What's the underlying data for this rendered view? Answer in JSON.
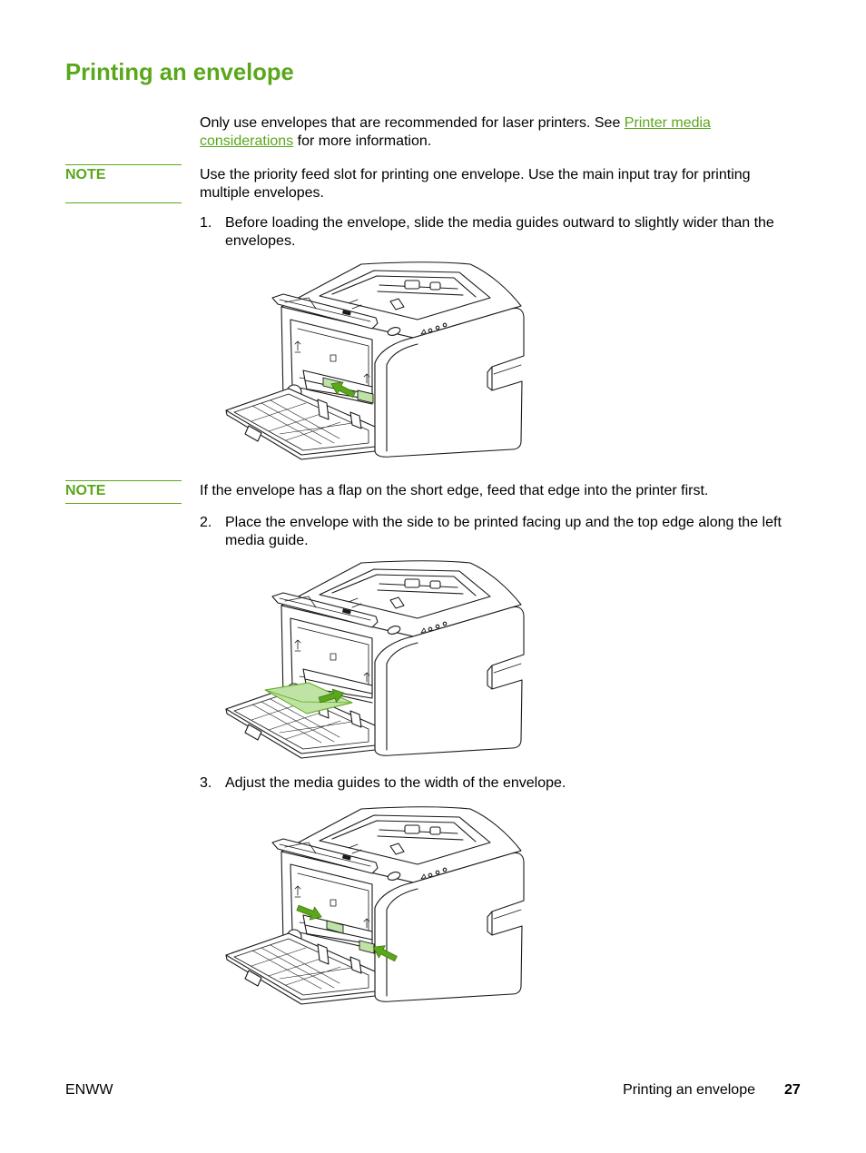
{
  "colors": {
    "accent": "#5ba71b",
    "text": "#000000",
    "highlight_fill": "#bfe3a4"
  },
  "page": {
    "title": "Printing an envelope"
  },
  "intro": {
    "text_before_link": "Only use envelopes that are recommended for laser printers. See ",
    "link_text": "Printer media considerations",
    "text_after_link": " for more information."
  },
  "notes": [
    {
      "label": "NOTE",
      "text": "Use the priority feed slot for printing one envelope. Use the main input tray for printing multiple envelopes."
    },
    {
      "label": "NOTE",
      "text": "If the envelope has a flap on the short edge, feed that edge into the printer first."
    }
  ],
  "steps": [
    {
      "number": "1.",
      "text": "Before loading the envelope, slide the media guides outward to slightly wider than the envelopes."
    },
    {
      "number": "2.",
      "text": "Place the envelope with the side to be printed facing up and the top edge along the left media guide."
    },
    {
      "number": "3.",
      "text": "Adjust the media guides to the width of the envelope."
    }
  ],
  "footer": {
    "left_label": "ENWW",
    "section_title": "Printing an envelope",
    "page_number": "27"
  }
}
